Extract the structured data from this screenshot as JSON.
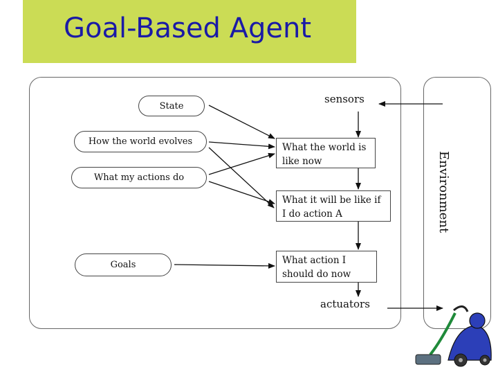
{
  "title": "Goal-Based Agent",
  "pills": {
    "state": "State",
    "world_evolves": "How the world evolves",
    "actions_do": "What my actions do",
    "goals": "Goals"
  },
  "boxes": {
    "world_now": "What the world is like now",
    "will_be": "What it will be like if I do action A",
    "action_now": "What action I should do now"
  },
  "labels": {
    "sensors": "sensors",
    "actuators": "actuators",
    "environment": "Environment"
  },
  "colors": {
    "title_band": "#cbdc55",
    "title_text": "#1a1aa6"
  },
  "icon": "vacuum-cleaner-icon"
}
